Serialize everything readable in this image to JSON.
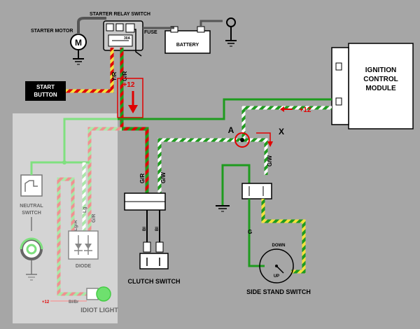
{
  "labels": {
    "starter_relay": "STARTER RELAY SWITCH",
    "starter_motor": "STARTER MOTOR",
    "motor_symbol": "M",
    "fuse": "FUSE",
    "fuse_rating": "30A",
    "battery": "BATTERY",
    "start_button_line1": "START",
    "start_button_line2": "BUTTON",
    "ignition_line1": "IGNITION",
    "ignition_line2": "CONTROL",
    "ignition_line3": "MODULE",
    "neutral_line1": "NEUTRAL",
    "neutral_line2": "SWITCH",
    "diode": "DIODE",
    "idiot_light": "IDIOT LIGHT",
    "clutch_switch": "CLUTCH SWITCH",
    "side_stand_switch": "SIDE STAND SWITCH",
    "down": "DOWN",
    "up": "UP",
    "point_a": "A",
    "point_x": "X",
    "plus12": "+12"
  },
  "wires": {
    "y_r": "Y/R",
    "g_r": "G/R",
    "g_w": "G/W",
    "lg": "Lg",
    "lg_r": "Lg/R",
    "bl": "Bl",
    "bl_br": "Bl/Br",
    "g": "G"
  },
  "colors": {
    "background": "#a6a6a6",
    "overlay": "#d4d4d4",
    "green": "#1e9b1e",
    "light_green": "#7fe07f",
    "red": "#e00000",
    "yellow": "#f5e13c",
    "white": "#ffffff"
  }
}
